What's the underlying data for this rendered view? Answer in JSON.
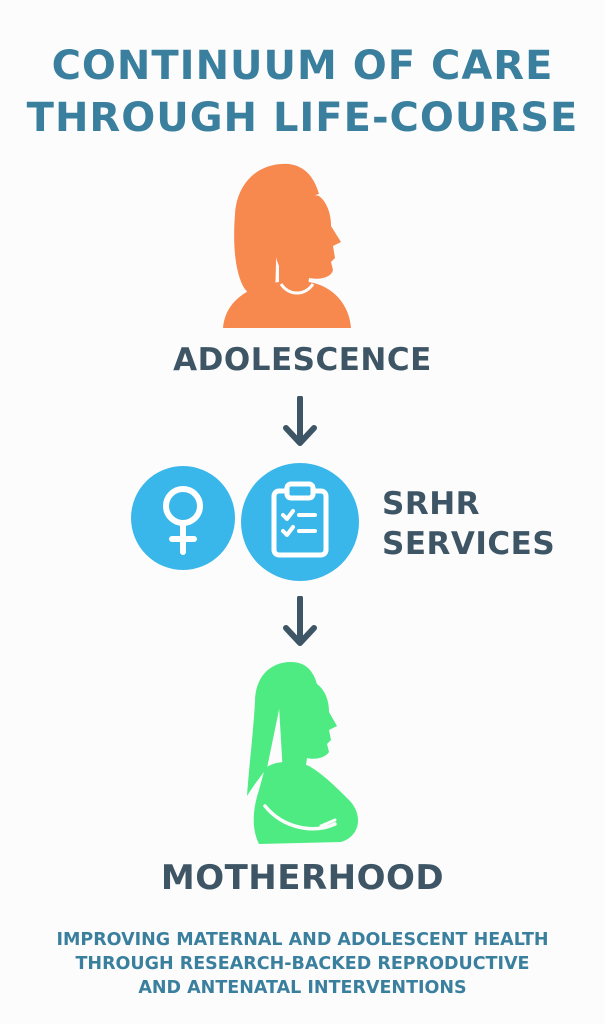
{
  "title": {
    "line1": "CONTINUUM OF CARE",
    "line2": "THROUGH LIFE-COURSE"
  },
  "stages": {
    "adolescence": "ADOLESCENCE",
    "srhr_line1": "SRHR",
    "srhr_line2": "SERVICES",
    "motherhood": "MOTHERHOOD"
  },
  "footer": {
    "line1": "IMPROVING MATERNAL AND ADOLESCENT HEALTH",
    "line2": "THROUGH RESEARCH-BACKED REPRODUCTIVE",
    "line3": "AND ANTENATAL INTERVENTIONS"
  },
  "icons": {
    "adolescent": "adolescent-girl-icon",
    "female": "female-symbol-icon",
    "clipboard": "clipboard-checklist-icon",
    "pregnant": "pregnant-woman-icon",
    "arrow": "arrow-down-icon"
  },
  "colors": {
    "title": "#3a7f9e",
    "label": "#3d5565",
    "adolescent": "#f7894f",
    "circle": "#3ab7ea",
    "pregnant": "#4deb82"
  }
}
